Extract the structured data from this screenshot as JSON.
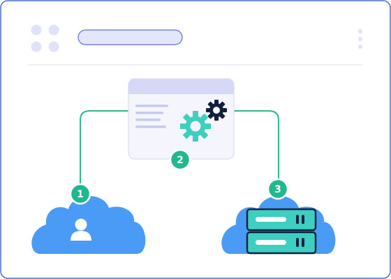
{
  "window": {
    "address_bar": "",
    "menu_icon": "vertical-ellipsis-icon",
    "grid_icon": "app-grid-icon"
  },
  "steps": [
    {
      "label": "1",
      "node": "user-cloud",
      "icon": "user-icon"
    },
    {
      "label": "2",
      "node": "app-window",
      "icon": "gears-icon"
    },
    {
      "label": "3",
      "node": "server-cloud",
      "icon": "server-icon"
    }
  ],
  "colors": {
    "frame_border": "#4a6fd1",
    "grid_dots": "#dfe2f8",
    "address_bar_fill": "#e4e6fa",
    "address_bar_border": "#5b6ee0",
    "divider": "#e6e8f0",
    "window_header": "#d6d9f6",
    "window_body": "#f5f6fd",
    "window_lines": "#c5cbef",
    "connector": "#2db88f",
    "badge": "#1fb88f",
    "cloud": "#4a9bf5",
    "gear_teal": "#3ecfc0",
    "gear_dark": "#0f1f3d",
    "server_fill": "#3ecfc0",
    "server_stroke": "#0f2340"
  }
}
